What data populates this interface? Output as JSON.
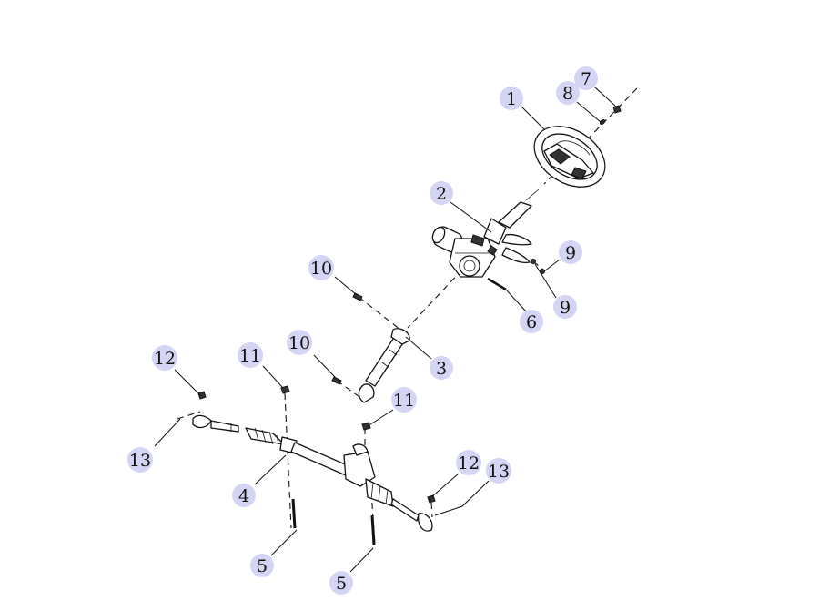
{
  "callouts": [
    {
      "id": "c1",
      "label": "1"
    },
    {
      "id": "c2",
      "label": "2"
    },
    {
      "id": "c3",
      "label": "3"
    },
    {
      "id": "c4",
      "label": "4"
    },
    {
      "id": "c5a",
      "label": "5"
    },
    {
      "id": "c5b",
      "label": "5"
    },
    {
      "id": "c6",
      "label": "6"
    },
    {
      "id": "c7",
      "label": "7"
    },
    {
      "id": "c8",
      "label": "8"
    },
    {
      "id": "c9a",
      "label": "9"
    },
    {
      "id": "c9b",
      "label": "9"
    },
    {
      "id": "c10a",
      "label": "10"
    },
    {
      "id": "c10b",
      "label": "10"
    },
    {
      "id": "c11a",
      "label": "11"
    },
    {
      "id": "c11b",
      "label": "11"
    },
    {
      "id": "c12a",
      "label": "12"
    },
    {
      "id": "c12b",
      "label": "12"
    },
    {
      "id": "c13a",
      "label": "13"
    },
    {
      "id": "c13b",
      "label": "13"
    }
  ],
  "colors": {
    "callout_fill": "#d4d4f4",
    "line": "#111111"
  }
}
